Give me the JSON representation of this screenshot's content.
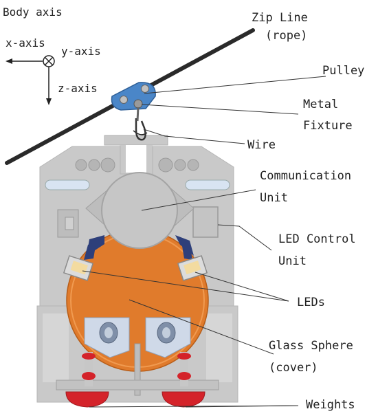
{
  "body_axis": {
    "title": "Body axis",
    "x_label": "x-axis",
    "y_label": "y-axis",
    "z_label": "z-axis"
  },
  "labels": {
    "zip_line": "Zip Line",
    "rope": "(rope)",
    "pulley": "Pulley",
    "metal_1": "Metal",
    "metal_2": "Fixture",
    "wire": "Wire",
    "comm_1": "Communication",
    "comm_2": "Unit",
    "led_ctrl_1": "LED Control",
    "led_ctrl_2": "Unit",
    "leds": "LEDs",
    "glass_1": "Glass Sphere",
    "glass_2": "(cover)",
    "weights": "Weights"
  },
  "colors": {
    "frame": "#c9c9c9",
    "frame_dark": "#b3b3b3",
    "sphere": "#e07b2c",
    "pulley": "#4a86c8",
    "weight": "#d4232a",
    "led": "#f3dba0",
    "rope": "#222222",
    "window": "#d8e4f2"
  }
}
